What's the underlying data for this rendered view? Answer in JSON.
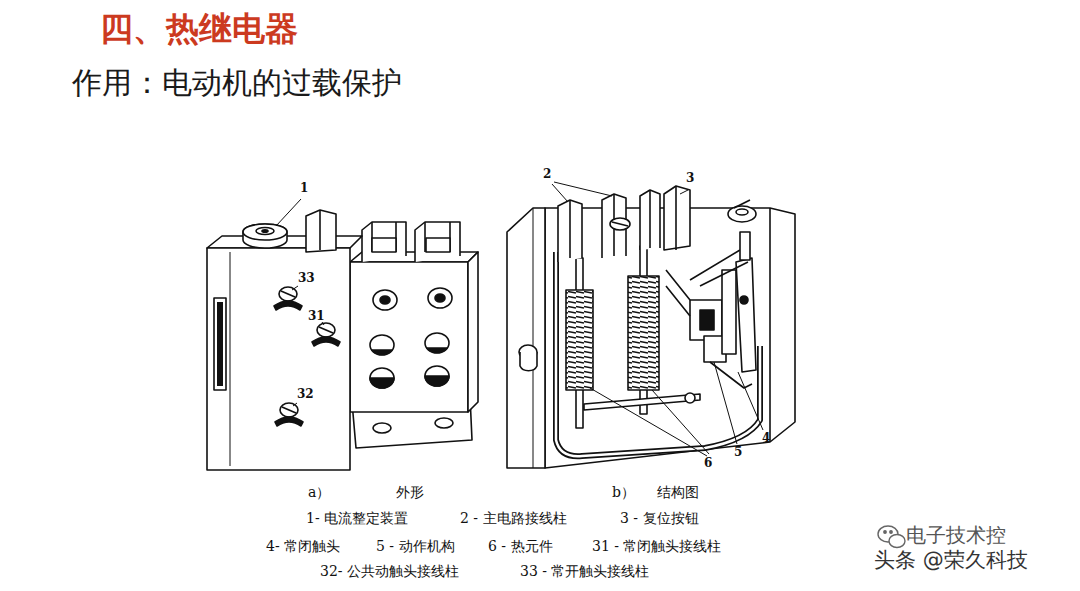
{
  "diagram": {
    "title": "四、热继电器",
    "labels": [
      "作用：电动机的过载保护",
      "1",
      "33",
      "31",
      "32",
      "2",
      "3",
      "4",
      "5",
      "6",
      "a）",
      "外形",
      "b）",
      "结构图",
      "1- 电流整定装置",
      "2 - 主电路接线柱",
      "3 - 复位按钮",
      "4- 常闭触头",
      "5 - 动作机构",
      "6 - 热元件",
      "31 - 常闭触头接线柱",
      "32- 公共动触头接线柱",
      "33 - 常开触头接线柱",
      "电子技术控",
      "头条 @荣久科技"
    ]
  }
}
